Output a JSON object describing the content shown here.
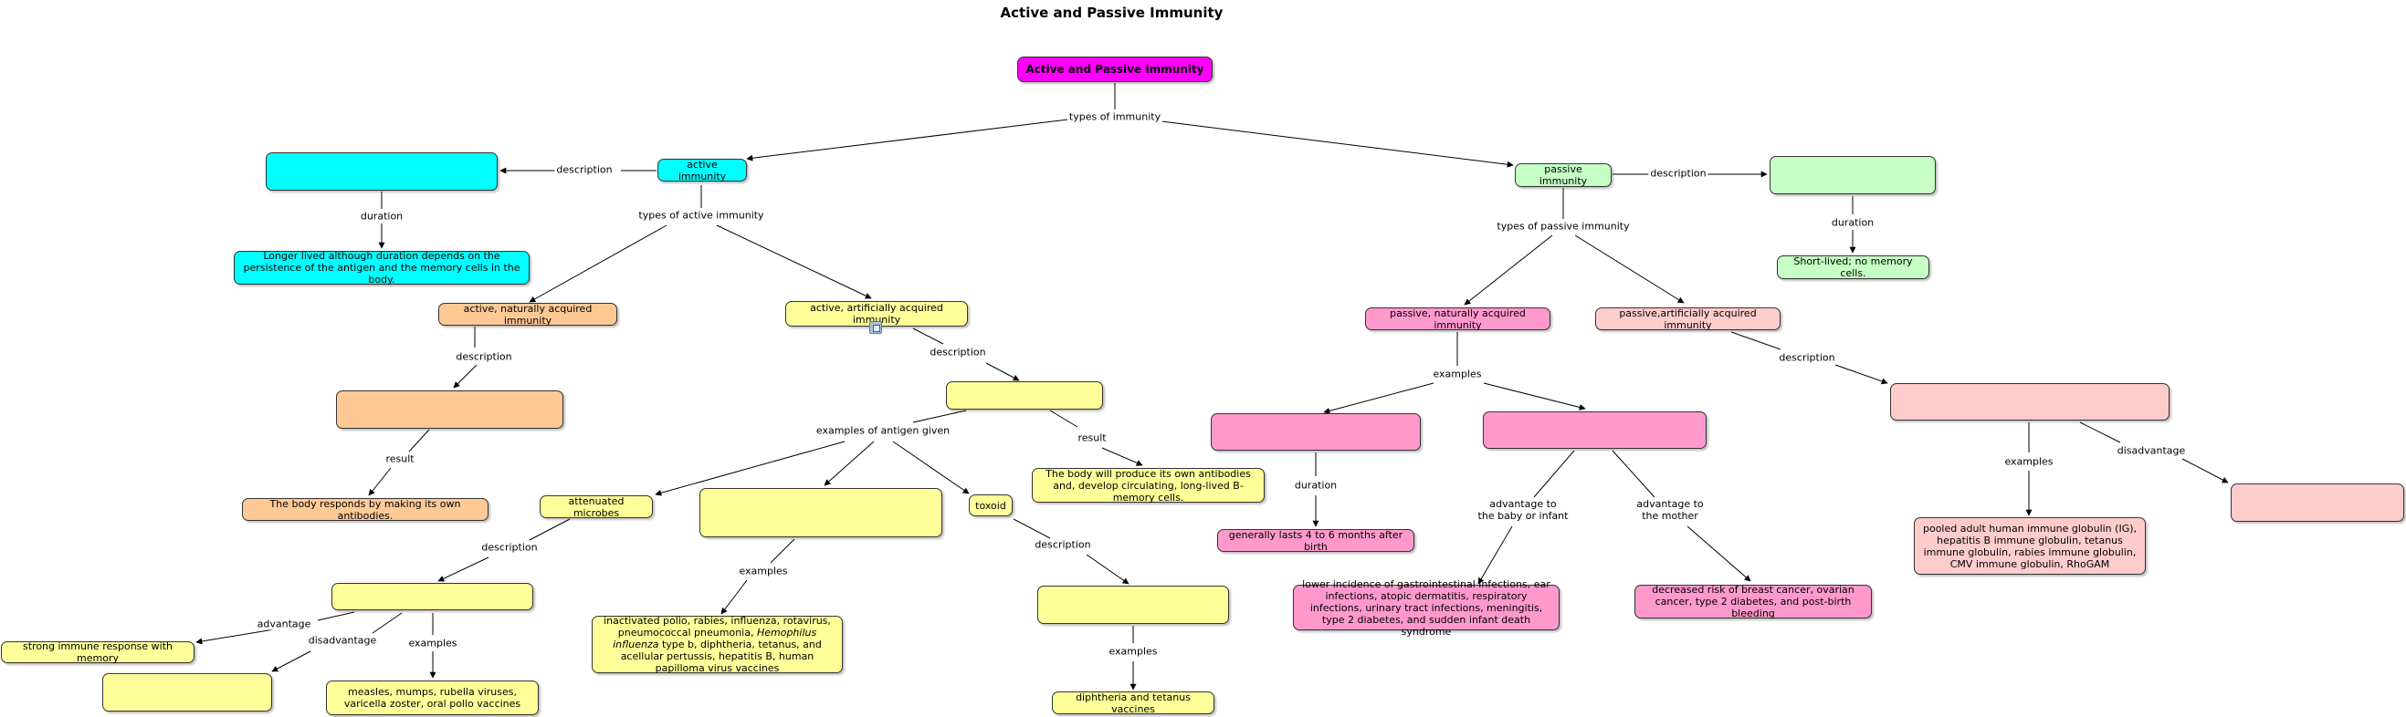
{
  "title": "Active and Passive Immunity",
  "colors": {
    "magenta": "#ff00ff",
    "cyan": "#00ffff",
    "light_green": "#c6ffc6",
    "orange": "#ffc996",
    "yellow": "#ffff99",
    "pink": "#ff99cc",
    "light_pink": "#ffcccc",
    "edge": "#000000"
  },
  "nodes": {
    "root": "Active and Passive Immunity",
    "active": "active immunity",
    "active_desc": "",
    "active_duration": "Longer lived although duration depends on the persistence of the antigen and the memory cells in the body.",
    "active_natural": "active, naturally acquired immunity",
    "active_natural_desc": "",
    "active_natural_result": "The body responds by making its own antibodies.",
    "active_artificial": "active, artificially acquired immunity",
    "active_artificial_desc": "",
    "active_artificial_result": "The body will produce its own antibodies and, develop circulating, long-lived B-memory cells.",
    "attenuated": "attenuated microbes",
    "attenuated_desc": "",
    "attenuated_advantage": "strong immune response with memory",
    "attenuated_disadvantage": "",
    "attenuated_examples": "measles, mumps, rubella viruses, varicella zoster, oral polio vaccines",
    "inactivated": "",
    "inactivated_examples_a": "inactivated polio, rabies, influenza, rotavirus, pneumococcal pneumonia, ",
    "inactivated_examples_italic": "Hemophilus influenza",
    "inactivated_examples_b": " type b, diphtheria, tetanus, and acellular pertussis, hepatitis B, human papilloma virus vaccines",
    "toxoid": "toxoid",
    "toxoid_desc": "",
    "toxoid_examples": "diphtheria and tetanus vaccines",
    "passive": "passive immunity",
    "passive_desc": "",
    "passive_duration": "Short-lived; no memory cells.",
    "passive_natural": "passive, naturally acquired immunity",
    "passive_natural_ex1": "",
    "passive_natural_ex1_duration": "generally lasts 4 to 6 months after birth",
    "passive_natural_ex2": "",
    "passive_natural_baby": "lower incidence of gastrointestinal infections, ear infections, atopic dermatitis, respiratory infections, urinary tract infections, meningitis, type 2 diabetes, and sudden infant death syndrome",
    "passive_natural_mother": "decreased risk of breast cancer, ovarian cancer, type 2 diabetes, and post-birth bleeding",
    "passive_artificial": "passive,artificially acquired immunity",
    "passive_artificial_desc": "",
    "passive_artificial_examples": "pooled adult human immune globulin (IG), hepatitis B immune globulin, tetanus immune globulin, rabies immune globulin, CMV immune globulin, RhoGAM",
    "passive_artificial_disadv": ""
  },
  "labels": {
    "types_of_immunity": "types of immunity",
    "description": "description",
    "duration": "duration",
    "types_of_active": "types of active immunity",
    "result": "result",
    "examples_of_antigen": "examples of antigen given",
    "advantage": "advantage",
    "disadvantage": "disadvantage",
    "examples": "examples",
    "types_of_passive": "types of passive immunity",
    "advantage_baby_1": "advantage to",
    "advantage_baby_2": "the baby or infant",
    "advantage_mother_1": "advantage to",
    "advantage_mother_2": "the mother"
  }
}
